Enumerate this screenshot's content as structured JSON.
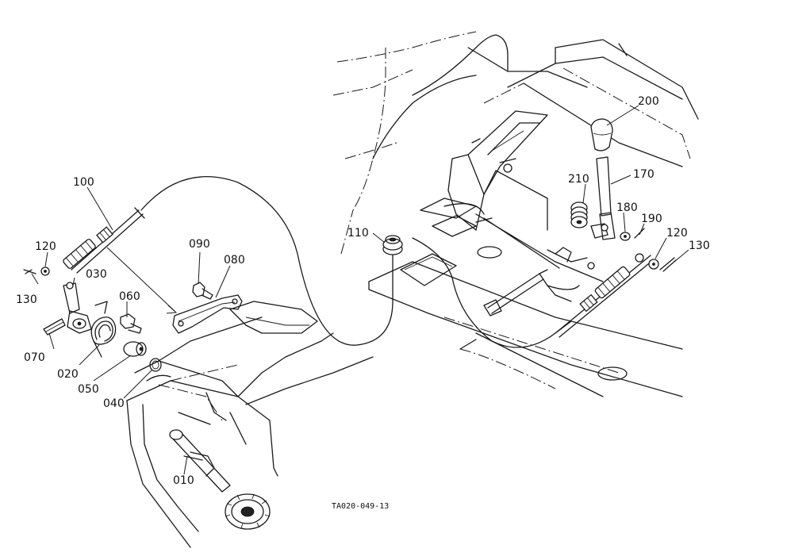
{
  "diagram": {
    "reference_code": "TA020-049-13",
    "callouts": {
      "c010": "010",
      "c020": "020",
      "c030": "030",
      "c040": "040",
      "c050": "050",
      "c060": "060",
      "c070": "070",
      "c080": "080",
      "c090": "090",
      "c100": "100",
      "c110": "110",
      "c120_left": "120",
      "c120_right": "120",
      "c130_left": "130",
      "c130_right": "130",
      "c170": "170",
      "c180": "180",
      "c190": "190",
      "c200": "200",
      "c210": "210"
    }
  }
}
